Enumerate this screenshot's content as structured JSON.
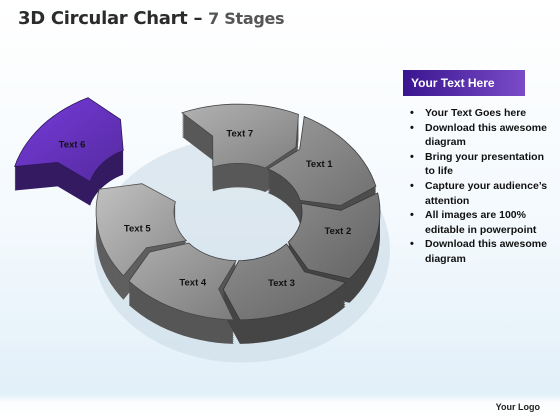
{
  "title": {
    "main": "3D Circular Chart",
    "dash": " – ",
    "sub": "7 Stages"
  },
  "stages": [
    {
      "label": "Text 1",
      "color": "#7c7c7c"
    },
    {
      "label": "Text 2",
      "color": "#6e6e6e"
    },
    {
      "label": "Text 3",
      "color": "#707070"
    },
    {
      "label": "Text 4",
      "color": "#8a8a8a"
    },
    {
      "label": "Text 5",
      "color": "#9a9a9a"
    },
    {
      "label": "Text 6",
      "color": "#5e2fb0"
    },
    {
      "label": "Text 7",
      "color": "#8e8e8e"
    }
  ],
  "highlighted_stage": "Text 6",
  "panel": {
    "header": "Your Text Here",
    "items": [
      "Your Text Goes here",
      "Download this awesome diagram",
      "Bring your presentation to life",
      "Capture your audience’s attention",
      "All images are 100% editable in powerpoint",
      "Download this awesome diagram"
    ]
  },
  "footer": {
    "logo": "Your Logo"
  },
  "colors": {
    "accent": "#4a1fa0",
    "ring_gray": "#8a8a8a",
    "ring_side": "#4d4d4d",
    "title_text": "#2b2b2b"
  }
}
